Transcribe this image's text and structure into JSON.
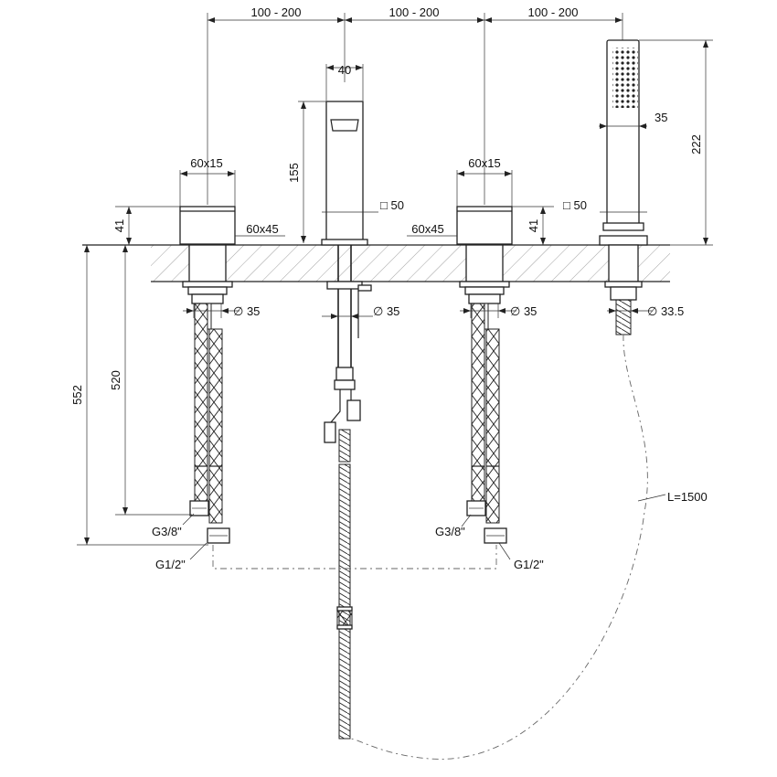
{
  "dimensions": {
    "spacing_1": "100 - 200",
    "spacing_2": "100 - 200",
    "spacing_3": "100 - 200",
    "spout_width": "40",
    "spout_height": "155",
    "handle_top_left": "60x15",
    "handle_top_right": "60x15",
    "handle_side_left": "60x45",
    "handle_side_right": "60x45",
    "handle_height_left": "41",
    "handle_height_right": "41",
    "square_spout": "50",
    "square_shower": "50",
    "shower_width": "35",
    "shower_height": "222",
    "dia_left": "35",
    "dia_spout": "35",
    "dia_right": "35",
    "dia_shower": "33.5",
    "hose_length_520": "520",
    "hose_length_552": "552",
    "thread_left_small": "G3/8\"",
    "thread_left_large": "G1/2\"",
    "thread_right_small": "G3/8\"",
    "thread_right_large": "G1/2\"",
    "shower_hose": "L=1500"
  },
  "symbols": {
    "diameter": "∅",
    "square": "□"
  }
}
